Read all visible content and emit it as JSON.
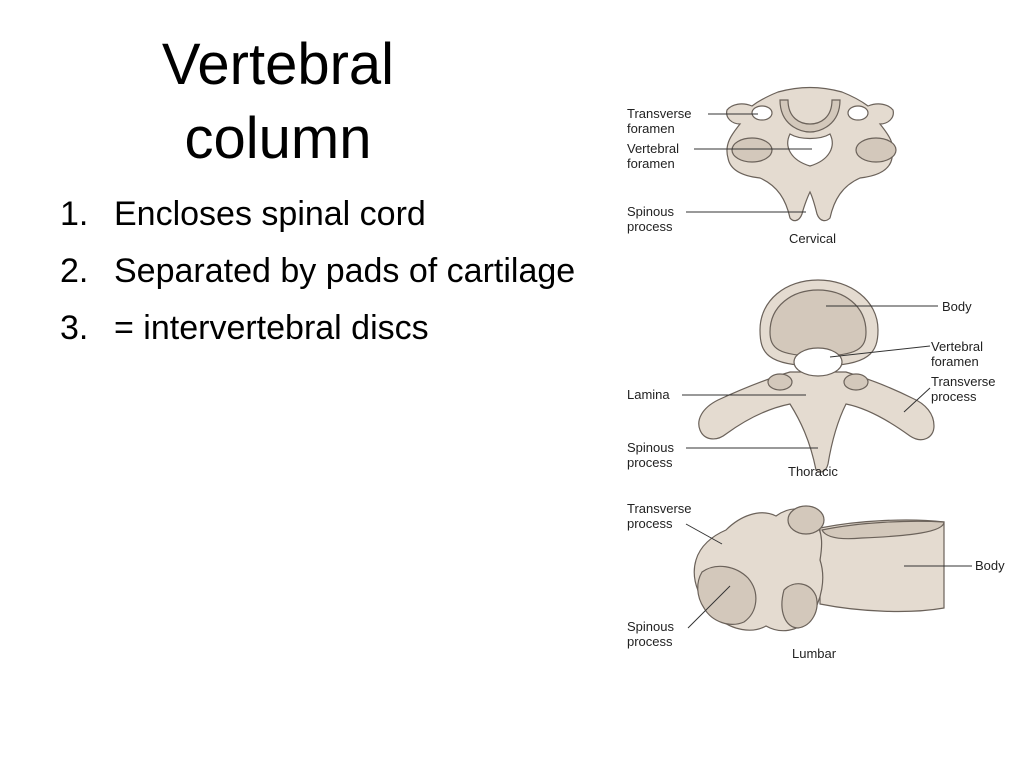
{
  "slide": {
    "title_line1": "Vertebral",
    "title_line2": "column",
    "bullets": [
      {
        "num": "1.",
        "text": "Encloses spinal cord"
      },
      {
        "num": "2.",
        "text": "Separated by pads of cartilage"
      },
      {
        "num": "3.",
        "text": " = intervertebral discs"
      }
    ]
  },
  "figure": {
    "cervical": {
      "caption": "Cervical",
      "labels": {
        "transverse_foramen_1": "Transverse",
        "transverse_foramen_2": "foramen",
        "vertebral_foramen_1": "Vertebral",
        "vertebral_foramen_2": "foramen",
        "spinous_process_1": "Spinous",
        "spinous_process_2": "process"
      }
    },
    "thoracic": {
      "caption": "Thoracic",
      "labels": {
        "body": "Body",
        "vertebral_foramen_1": "Vertebral",
        "vertebral_foramen_2": "foramen",
        "transverse_process_1": "Transverse",
        "transverse_process_2": "process",
        "lamina": "Lamina",
        "spinous_process_1": "Spinous",
        "spinous_process_2": "process"
      }
    },
    "lumbar": {
      "caption": "Lumbar",
      "labels": {
        "transverse_process_1": "Transverse",
        "transverse_process_2": "process",
        "body": "Body",
        "spinous_process_1": "Spinous",
        "spinous_process_2": "process"
      }
    },
    "colors": {
      "bone": "#e4dbd0",
      "bone_shadow": "#d3c8bb",
      "outline": "#6b625a"
    }
  }
}
